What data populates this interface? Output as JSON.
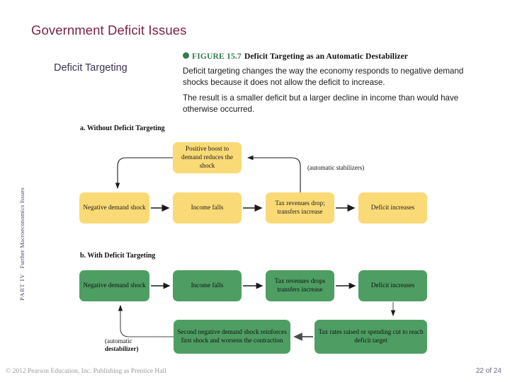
{
  "slide": {
    "title": "Government Deficit Issues",
    "section_label": "Deficit Targeting"
  },
  "figure": {
    "bullet_icon": "green-dot-icon",
    "number_label": "FIGURE 15.7",
    "title": "Deficit Targeting as an Automatic Destabilizer",
    "paragraphs": [
      "Deficit targeting changes the way the economy responds to negative demand shocks because it does not allow the deficit to increase.",
      "The result is a smaller deficit but a larger decline in income than would have otherwise occurred."
    ]
  },
  "running_head": {
    "part": "PART IV",
    "text": "Further Macroeconomics Issues"
  },
  "footer": {
    "copyright": "© 2012 Pearson Education, Inc. Publishing as Prentice Hall",
    "page": "22 of 24"
  },
  "colors": {
    "title": "#7a2246",
    "subhead": "#3b3355",
    "figure_accent": "#2e7d4f",
    "panel_a_node": "#fada76",
    "panel_b_node": "#4e9e63",
    "arrow": "#1a1a1a"
  },
  "diagram": {
    "panel_a": {
      "label": "a. Without Deficit Targeting",
      "node_fill": "#fada76",
      "nodes": [
        {
          "id": "positive-boost",
          "text": "Positive boost to demand reduces the shock"
        },
        {
          "id": "negative-demand-shock",
          "text": "Negative demand shock"
        },
        {
          "id": "income-falls",
          "text": "Income falls"
        },
        {
          "id": "tax-revenues",
          "text": "Tax revenues drop; transfers increase"
        },
        {
          "id": "deficit-increases",
          "text": "Deficit increases"
        }
      ],
      "annotation": "(automatic stabilizers)"
    },
    "panel_b": {
      "label": "b. With Deficit Targeting",
      "node_fill": "#4e9e63",
      "nodes": [
        {
          "id": "negative-demand-shock",
          "text": "Negative demand shock"
        },
        {
          "id": "income-falls",
          "text": "Income falls"
        },
        {
          "id": "tax-revenues",
          "text": "Tax revenues drops transfers increase"
        },
        {
          "id": "deficit-increases",
          "text": "Deficit increases"
        },
        {
          "id": "second-negative-shock",
          "text": "Second negative demand shock reinforces first shock and worsens the contraction"
        },
        {
          "id": "tax-rates-raised",
          "text": "Tax rates raised or spending cut to reach deficit target"
        }
      ],
      "annotation_line1": "(automatic",
      "annotation_line2": "destabilizer)"
    }
  }
}
